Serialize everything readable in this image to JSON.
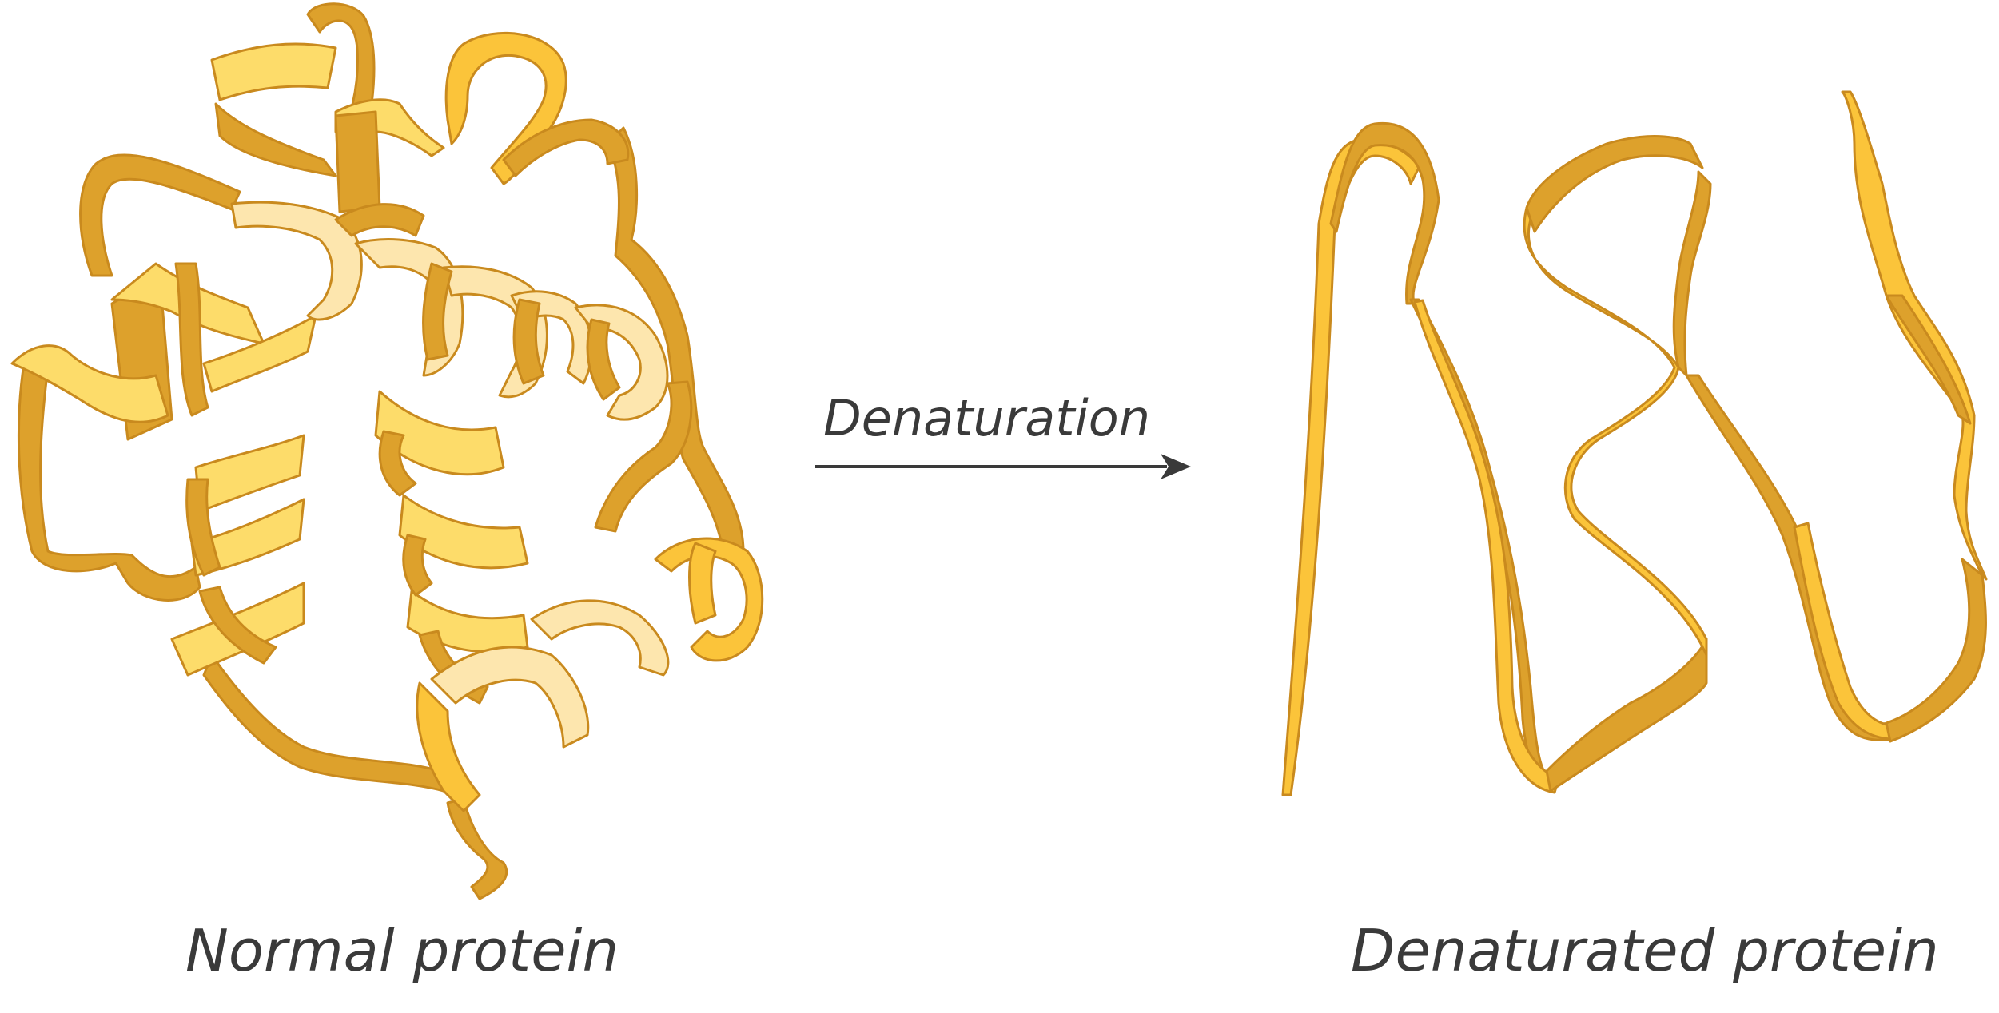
{
  "labels": {
    "left": "Normal protein",
    "arrow": "Denaturation",
    "right": "Denaturated protein"
  },
  "colors": {
    "ribbon_dark": "#dda12c",
    "ribbon_mid": "#fbc43a",
    "ribbon_light": "#fddc6a",
    "ribbon_pale": "#fde6ae",
    "outline": "#c98a1e",
    "text": "#3a3a3a",
    "arrow": "#3a3a3a",
    "background": "#ffffff"
  }
}
